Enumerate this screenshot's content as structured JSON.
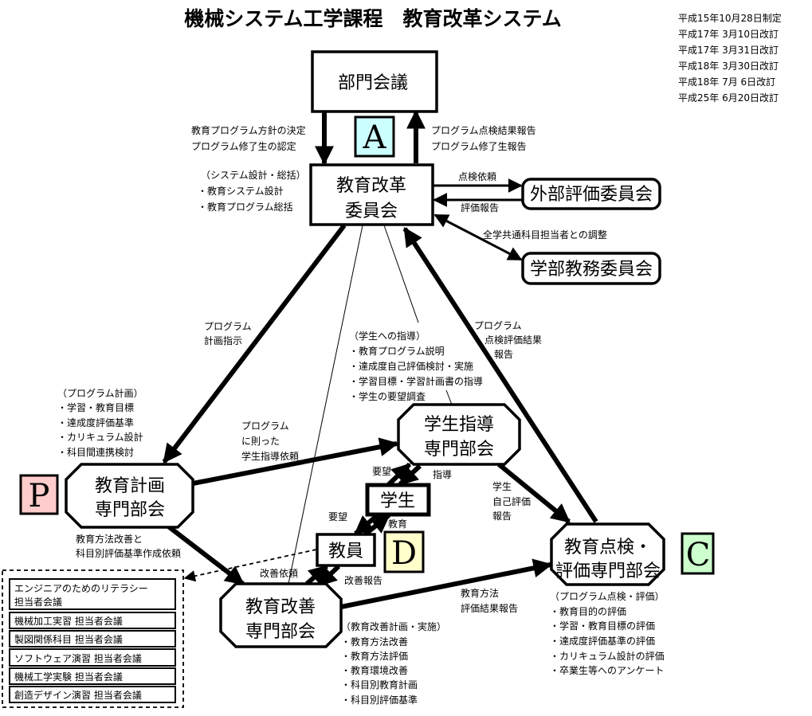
{
  "title": "機械システム工学課程　教育改革システム",
  "revisions": [
    "平成15年10月28日制定",
    "平成17年 3月10日改訂",
    "平成17年 3月31日改訂",
    "平成18年 3月30日改訂",
    "平成18年 7月 6日改訂",
    "平成25年 6月20日改訂"
  ],
  "nodes": {
    "bumon": "部門会議",
    "kaikaku": [
      "教育改革",
      "委員会"
    ],
    "gaibu": "外部評価委員会",
    "gakubu": "学部教務委員会",
    "keikaku": [
      "教育計画",
      "専門部会"
    ],
    "shido": [
      "学生指導",
      "専門部会"
    ],
    "student": "学生",
    "teacher": "教員",
    "kaizen": [
      "教育改善",
      "専門部会"
    ],
    "hyoka": [
      "教育点検・",
      "評価専門部会"
    ]
  },
  "pdca": {
    "A": "A",
    "P": "P",
    "D": "D",
    "C": "C",
    "colors": {
      "A": "#ccffff",
      "P": "#ffcccc",
      "D": "#ffffcc",
      "C": "#ccffcc"
    }
  },
  "labels": {
    "bumon_down": [
      "教育プログラム方針の決定",
      "プログラム修了生の認定"
    ],
    "bumon_up": [
      "プログラム点検結果報告",
      "プログラム修了生報告"
    ],
    "kaikaku_role": [
      "（システム設計・総括）",
      "・教育システム設計",
      "・教育プログラム総括"
    ],
    "tenken_irai": "点検依頼",
    "hyoka_hokoku": "評価報告",
    "chosei": "全学共通科目担当者との調整",
    "keikaku_shiji": [
      "プログラム",
      "計画指示"
    ],
    "tenken_kekka": [
      "プログラム",
      "点検評価結果",
      "報告"
    ],
    "shido_role": [
      "（学生への指導）",
      "・教育プログラム説明",
      "・達成度自己評価検討・実施",
      "・学習目標・学習計画書の指導",
      "・学生の要望調査"
    ],
    "keikaku_role": [
      "（プログラム計画）",
      "・学習・教育目標",
      "・達成度評価基準",
      "・カリキュラム設計",
      "・科目間連携検討"
    ],
    "shido_irai": [
      "プログラム",
      "に則った",
      "学生指導依頼"
    ],
    "yobo1": "要望",
    "shido": "指導",
    "yobo2": "要望",
    "kyoiku": "教育",
    "kaizen_irai_hoho": [
      "教育方法改善と",
      "科目別評価基準作成依頼"
    ],
    "kaizen_irai": "改善依頼",
    "kaizen_hokoku": "改善報告",
    "jiko_hyoka": [
      "学生",
      "自己評価",
      "報告"
    ],
    "hoho_hyoka": [
      "教育方法",
      "評価結果報告"
    ],
    "kaizen_role": [
      "（教育改善計画・実施）",
      "・教育方法改善",
      "・教育方法評価",
      "・教育環境改善",
      "・科目別教育計画",
      "・科目別評価基準"
    ],
    "hyoka_role": [
      "（プログラム点検・評価）",
      "・教育目的の評価",
      "・学習・教育目標の評価",
      "・達成度評価基準の評価",
      "・カリキュラム設計の評価",
      "・卒業生等へのアンケート"
    ]
  },
  "meetings": [
    [
      "エンジニアのためのリテラシー",
      "担当者会議"
    ],
    [
      "機械加工実習 担当者会議"
    ],
    [
      "製図関係科目 担当者会議"
    ],
    [
      "ソフトウェア演習 担当者会議"
    ],
    [
      "機械工学実験 担当者会議"
    ],
    [
      "創造デザイン演習 担当者会議"
    ]
  ]
}
